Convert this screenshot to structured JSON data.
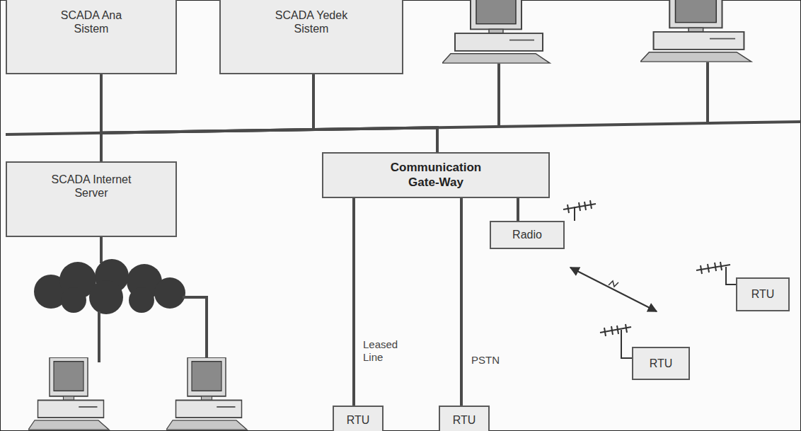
{
  "diagram": {
    "nodes": [
      {
        "text": [
          "SCADA Ana Sistem"
        ]
      },
      {
        "text": [
          "SCADA Yedek Sistem"
        ]
      },
      {
        "text": [
          "SCADA Internet Server"
        ]
      },
      {
        "text": [
          "Communication Gate-Way"
        ]
      },
      {
        "text": [
          "Radio"
        ]
      },
      {
        "text": [
          "RTU"
        ]
      },
      {
        "text": [
          "RTU"
        ]
      },
      {
        "text": [
          "RTU"
        ]
      },
      {
        "text": [
          "RTU"
        ]
      }
    ],
    "edges": [
      {
        "from": 0,
        "to": 2,
        "arrow": "none"
      },
      {
        "from": 0,
        "to": 3,
        "arrow": "none"
      },
      {
        "from": 1,
        "to": 2,
        "arrow": "none"
      },
      {
        "from": 1,
        "to": 3,
        "arrow": "none"
      },
      {
        "from": 3,
        "to": 7,
        "label": "Leased Line",
        "arrow": "none"
      },
      {
        "from": 3,
        "to": 8,
        "label": "PSTN",
        "arrow": "none"
      },
      {
        "from": 3,
        "to": 4,
        "arrow": "none"
      }
    ]
  }
}
